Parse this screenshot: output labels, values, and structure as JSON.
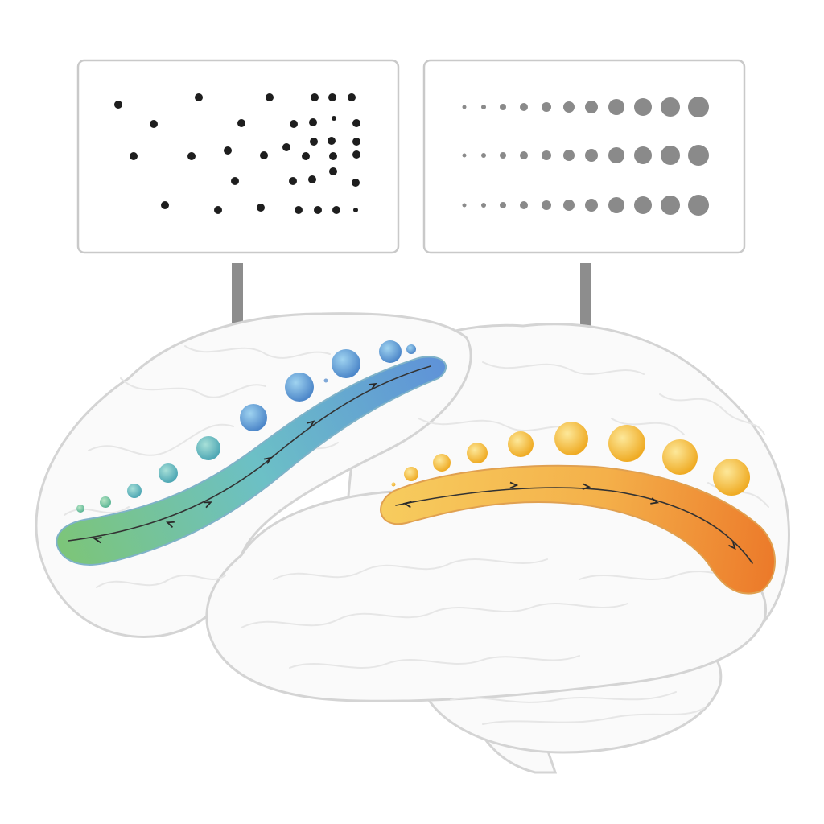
{
  "figure": {
    "background": "#ffffff",
    "panel_border": "#c9c9c9",
    "arrow_color": "#8d8d8d",
    "brain_fill": "#fafafa",
    "brain_stroke": "#d4d4d4"
  },
  "panels": [
    {
      "id": "left-panel",
      "content": "scattered-dots",
      "dot_color": "#1e1e1e"
    },
    {
      "id": "right-panel",
      "content": "graded-dot-rows",
      "rows": 3,
      "dots_per_row": 11,
      "dot_color": "#8a8a8a"
    }
  ],
  "pathways": [
    {
      "id": "dorsal-pathway",
      "gradient": [
        "#7cc57a",
        "#6cc0c6",
        "#5f93d8"
      ],
      "bubble_gradient": [
        "#6cc0a0",
        "#4f8fd6"
      ]
    },
    {
      "id": "ventral-pathway",
      "gradient": [
        "#f5c659",
        "#f5b046",
        "#ee7f2c"
      ],
      "bubble_gradient": [
        "#f7c14a",
        "#f5d05a"
      ]
    }
  ]
}
